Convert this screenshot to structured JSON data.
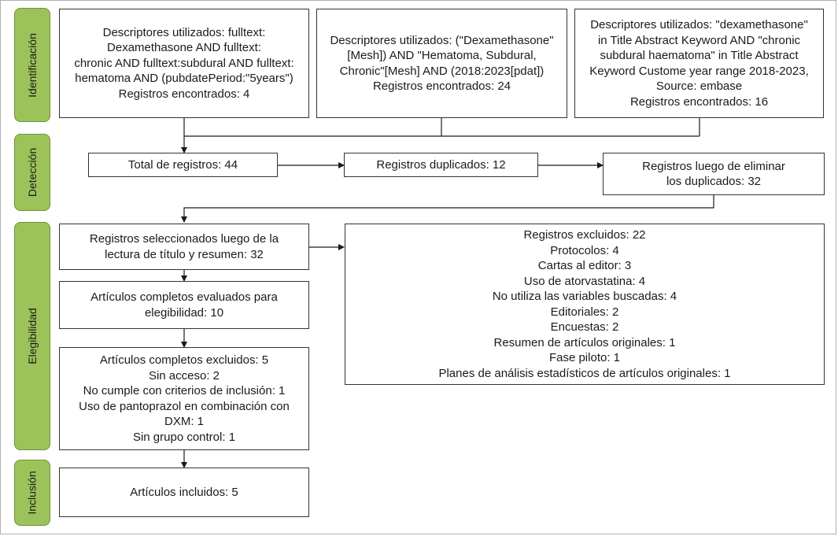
{
  "phases": {
    "identificacion": "Identificación",
    "deteccion": "Detección",
    "elegibilidad": "Elegibilidad",
    "inclusion": "Inclusión"
  },
  "boxes": {
    "search1": [
      "Descriptores utilizados: fulltext:",
      "Dexamethasone AND fulltext:",
      "chronic AND fulltext:subdural AND fulltext:",
      "hematoma AND (pubdatePeriod:\"5years\")",
      "Registros encontrados: 4"
    ],
    "search2": [
      "Descriptores utilizados: (\"Dexamethasone\"",
      "[Mesh]) AND \"Hematoma, Subdural,",
      "Chronic\"[Mesh] AND (2018:2023[pdat])",
      "Registros encontrados: 24"
    ],
    "search3": [
      "Descriptores utilizados: \"dexamethasone\"",
      "in Title Abstract Keyword AND \"chronic",
      "subdural haematoma\" in Title Abstract",
      "Keyword Custome year range 2018-2023,",
      "Source: embase",
      "Registros encontrados: 16"
    ],
    "total": [
      "Total de registros: 44"
    ],
    "duplicates": [
      "Registros duplicados: 12"
    ],
    "after_dedup": [
      "Registros luego de eliminar",
      "los duplicados: 32"
    ],
    "screened": [
      "Registros seleccionados luego de la",
      "lectura de título y resumen: 32"
    ],
    "excluded": [
      "Registros excluidos: 22",
      "Protocolos: 4",
      "Cartas al editor: 3",
      "Uso de atorvastatina: 4",
      "No utiliza las variables buscadas: 4",
      "Editoriales: 2",
      "Encuestas: 2",
      "Resumen de artículos originales: 1",
      "Fase piloto: 1",
      "Planes de análisis estadísticos de artículos originales: 1"
    ],
    "fulltext_assessed": [
      "Artículos completos evaluados para",
      "elegibilidad: 10"
    ],
    "fulltext_excluded": [
      "Artículos completos excluidos: 5",
      "Sin acceso: 2",
      "No cumple con criterios de inclusión: 1",
      "Uso de pantoprazol en combinación con",
      "DXM: 1",
      "Sin grupo control: 1"
    ],
    "included": [
      "Artículos incluidos: 5"
    ]
  }
}
